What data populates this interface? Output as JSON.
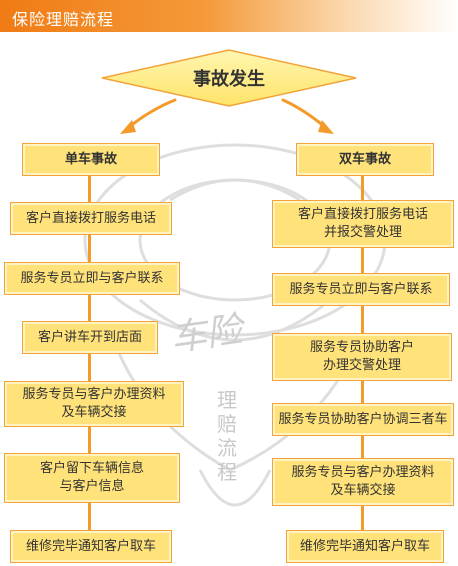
{
  "header": {
    "title": "保险理赔流程"
  },
  "watermark": {
    "big_text": "车险",
    "vertical_text": [
      "理",
      "赔",
      "流",
      "程"
    ]
  },
  "start": {
    "label": "事故发生"
  },
  "left": {
    "title": "单车事故",
    "steps": [
      "客户直接拨打服务电话",
      "服务专员立即与客户联系",
      "客户讲车开到店面",
      "服务专员与客户办理资料\n及车辆交接",
      "客户留下车辆信息\n与客户信息",
      "维修完毕通知客户取车"
    ]
  },
  "right": {
    "title": "双车事故",
    "steps": [
      "客户直接拨打服务电话\n并报交警处理",
      "服务专员立即与客户联系",
      "服务专员协助客户\n办理交警处理",
      "服务专员协助客户协调三者车",
      "服务专员与客户办理资料\n及车辆交接",
      "维修完毕通知客户取车"
    ]
  },
  "colors": {
    "accent": "#f07b14",
    "box_fill": "#ffe27a",
    "box_border": "#f2a33a",
    "line": "#f39a2a"
  }
}
